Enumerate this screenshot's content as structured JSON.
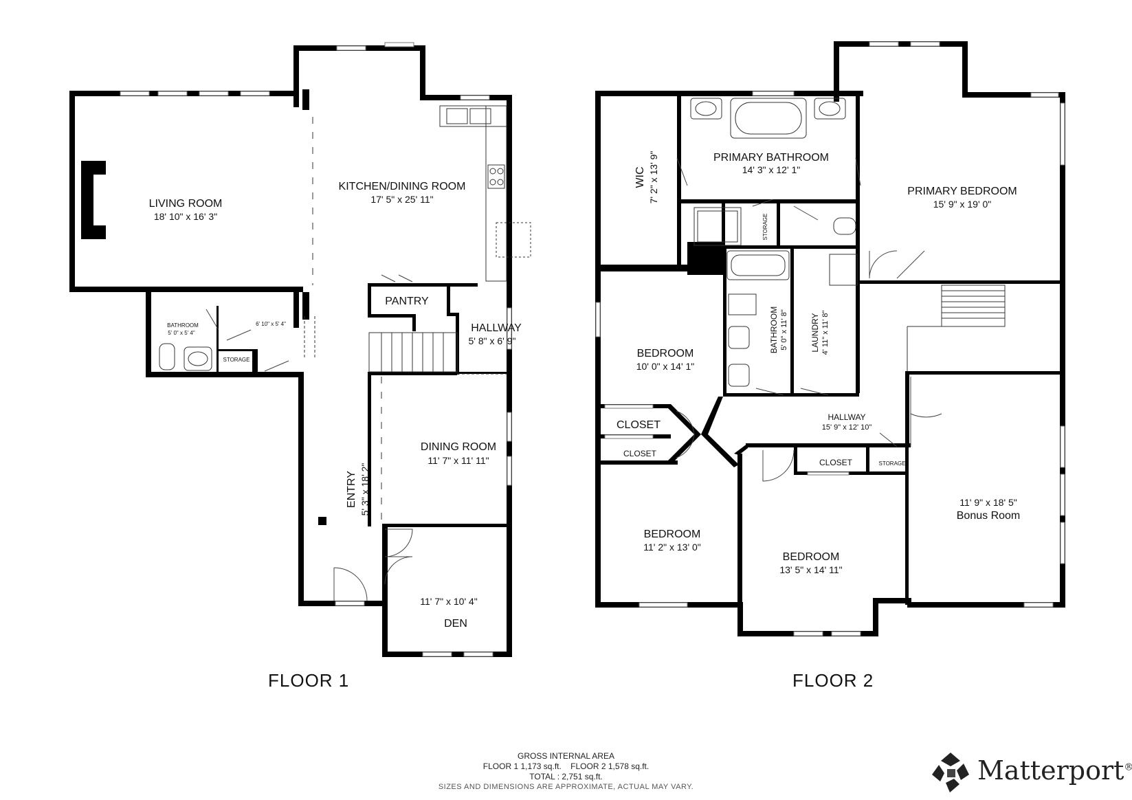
{
  "floors": [
    {
      "title": "FLOOR 1"
    },
    {
      "title": "FLOOR 2"
    }
  ],
  "rooms": {
    "living": {
      "name": "LIVING ROOM",
      "dims": "18' 10\" x 16' 3\""
    },
    "kitchen": {
      "name": "KITCHEN/DINING ROOM",
      "dims": "17' 5\" x 25' 11\""
    },
    "pantry": {
      "name": "PANTRY"
    },
    "hallway1": {
      "name": "HALLWAY",
      "dims": "5' 8\" x 6' 9\""
    },
    "bath1": {
      "name": "BATHROOM",
      "dims": "5' 0\" x 5' 4\""
    },
    "small1": {
      "dims": "6' 10\" x 5' 4\""
    },
    "storage1": {
      "name": "STORAGE"
    },
    "dining": {
      "name": "DINING ROOM",
      "dims": "11' 7\" x 11' 11\""
    },
    "entry": {
      "name": "ENTRY",
      "dims": "5' 3\" x 18' 2\""
    },
    "den": {
      "name": "DEN",
      "dims": "11' 7\" x 10' 4\""
    },
    "wic": {
      "name": "WIC",
      "dims": "7' 2\" x 13' 9\""
    },
    "pbath": {
      "name": "PRIMARY BATHROOM",
      "dims": "14' 3\" x 12' 1\""
    },
    "pbed": {
      "name": "PRIMARY BEDROOM",
      "dims": "15' 9\" x 19' 0\""
    },
    "storage2": {
      "name": "STORAGE"
    },
    "bed1": {
      "name": "BEDROOM",
      "dims": "10' 0\" x 14' 1\""
    },
    "bath2": {
      "name": "BATHROOM",
      "dims": "5' 0\" x 11' 8\""
    },
    "laundry": {
      "name": "LAUNDRY",
      "dims": "4' 11\" x 11' 8\""
    },
    "closet1": {
      "name": "CLOSET"
    },
    "closet2": {
      "name": "CLOSET"
    },
    "hallway2": {
      "name": "HALLWAY",
      "dims": "15' 9\" x 12' 10\""
    },
    "closet3": {
      "name": "CLOSET"
    },
    "storage3": {
      "name": "STORAGE"
    },
    "bonus": {
      "name": "Bonus Room",
      "dims": "11' 9\" x 18' 5\""
    },
    "bed2": {
      "name": "BEDROOM",
      "dims": "11' 2\" x 13' 0\""
    },
    "bed3": {
      "name": "BEDROOM",
      "dims": "13' 5\" x 14' 11\""
    }
  },
  "area": {
    "heading": "GROSS INTERNAL AREA",
    "floors_line": "FLOOR 1 1,173 sq.ft.    FLOOR 2 1,578 sq.ft.",
    "total_line": "TOTAL :  2,751 sq.ft.",
    "disclaimer": "SIZES AND DIMENSIONS ARE APPROXIMATE, ACTUAL MAY VARY."
  },
  "brand": {
    "name": "Matterport",
    "mark": "®"
  },
  "colors": {
    "wall": "#000000",
    "background": "#ffffff"
  }
}
